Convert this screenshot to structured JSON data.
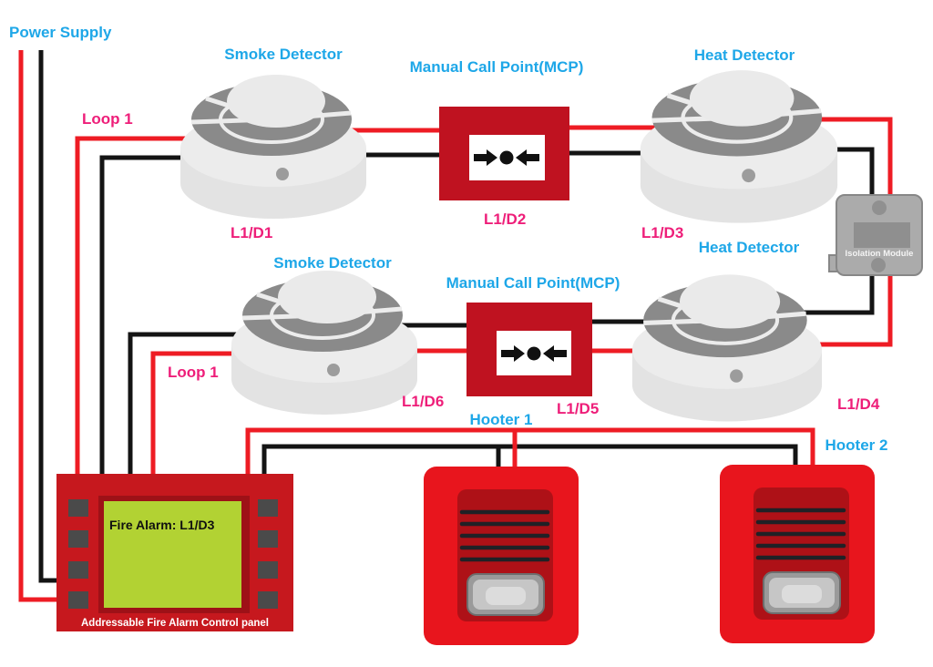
{
  "diagram_type": "addressable-fire-alarm-system-wiring",
  "labels": {
    "power_supply": "Power Supply",
    "loop1_top": "Loop 1",
    "loop1_return": "Loop 1",
    "smoke_detector_top": "Smoke Detector",
    "mcp_top": "Manual Call Point(MCP)",
    "heat_detector_top": "Heat Detector",
    "smoke_detector_bottom": "Smoke Detector",
    "mcp_bottom": "Manual Call Point(MCP)",
    "heat_detector_bottom": "Heat Detector",
    "hooter_1": "Hooter 1",
    "hooter_2": "Hooter 2",
    "isolation_module": "Isolation Module"
  },
  "addresses": {
    "smoke_detector_top": "L1/D1",
    "mcp_top": "L1/D2",
    "heat_detector_top": "L1/D3",
    "heat_detector_bottom": "L1/D4",
    "mcp_bottom": "L1/D5",
    "smoke_detector_bottom": "L1/D6"
  },
  "control_panel": {
    "lcd_message": "Fire Alarm: L1/D3",
    "name": "Addressable Fire Alarm Control panel"
  },
  "colors": {
    "wire_red": "#ee1c24",
    "wire_black": "#141414",
    "label_blue": "#1ea7e8",
    "label_pink": "#ee1e79",
    "mcp_red": "#bf1220",
    "panel_red": "#c6181e",
    "panel_inner_red": "#9e1117",
    "lcd_green": "#b2d233",
    "hooter_red": "#e8151d",
    "hooter_inner_red": "#ae1117",
    "detector_gray": "#ececec",
    "detector_ring_gray": "#8a8a8a",
    "module_gray": "#ababab"
  }
}
